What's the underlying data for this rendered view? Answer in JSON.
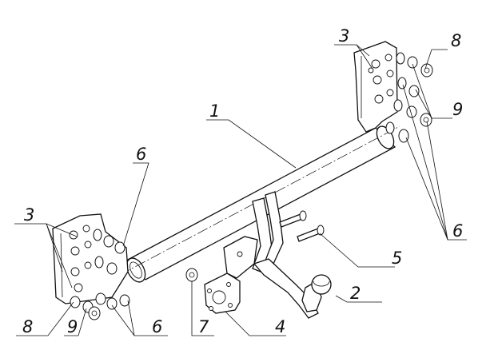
{
  "diagram": {
    "callouts": [
      {
        "id": "c1",
        "label": "1"
      },
      {
        "id": "c2",
        "label": "2"
      },
      {
        "id": "c3a",
        "label": "3"
      },
      {
        "id": "c3b",
        "label": "3"
      },
      {
        "id": "c4",
        "label": "4"
      },
      {
        "id": "c5",
        "label": "5"
      },
      {
        "id": "c6a",
        "label": "6"
      },
      {
        "id": "c6b",
        "label": "6"
      },
      {
        "id": "c6c",
        "label": "6"
      },
      {
        "id": "c7",
        "label": "7"
      },
      {
        "id": "c8a",
        "label": "8"
      },
      {
        "id": "c8b",
        "label": "8"
      },
      {
        "id": "c9a",
        "label": "9"
      },
      {
        "id": "c9b",
        "label": "9"
      }
    ]
  }
}
